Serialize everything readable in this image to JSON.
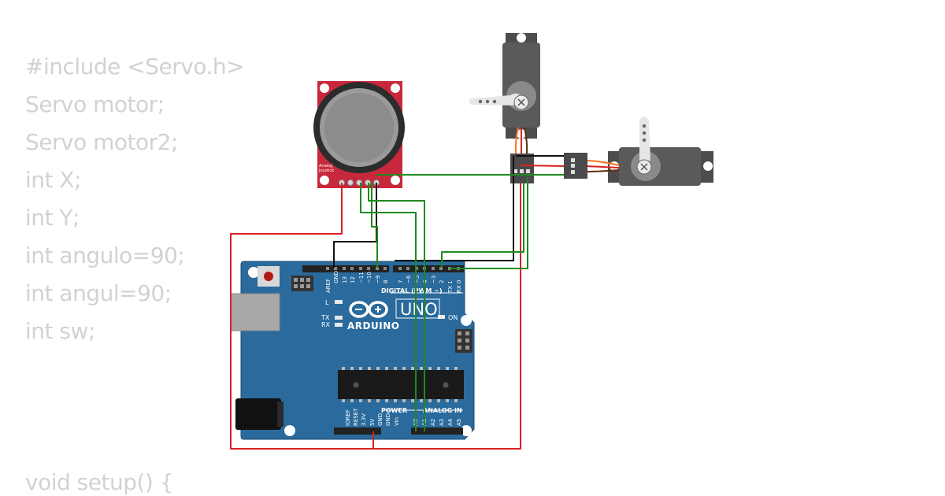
{
  "code": {
    "lines": [
      "#include <Servo.h>",
      "Servo motor;",
      "Servo motor2;",
      "int X;",
      "int Y;",
      "int angulo=90;",
      "int angul=90;",
      "int sw;",
      "",
      "",
      "",
      "void setup() {"
    ]
  },
  "board": {
    "brand": "ARDUINO",
    "model": "UNO",
    "digital_header": "DIGITAL (PWM ~)",
    "power_header": "POWER",
    "analog_header": "ANALOG IN",
    "on_label": "ON",
    "led_labels": [
      "L",
      "TX",
      "RX"
    ],
    "digital_pins": [
      "AREF",
      "GND",
      "13",
      "12",
      "~11",
      "~10",
      "~9",
      "8",
      "7",
      "~6",
      "~5",
      "4",
      "~3",
      "2",
      "TX 1",
      "RX 0"
    ],
    "power_pins": [
      "IOREF",
      "RESET",
      "3.3V",
      "5V",
      "GND",
      "GND",
      "Vin"
    ],
    "analog_pins": [
      "A0",
      "A1",
      "A2",
      "A3",
      "A4",
      "A5"
    ],
    "color": "#2a6a9c"
  },
  "joystick": {
    "label_line1": "Analog",
    "label_line2": "Joystick",
    "color": "#c8283c"
  },
  "wires": {
    "power_color": "#d92020",
    "ground_color": "#111111",
    "signal_color": "#1e8a1e",
    "servo_lead_color": "#f07a1a"
  },
  "servo_color": "#5a5a5a"
}
